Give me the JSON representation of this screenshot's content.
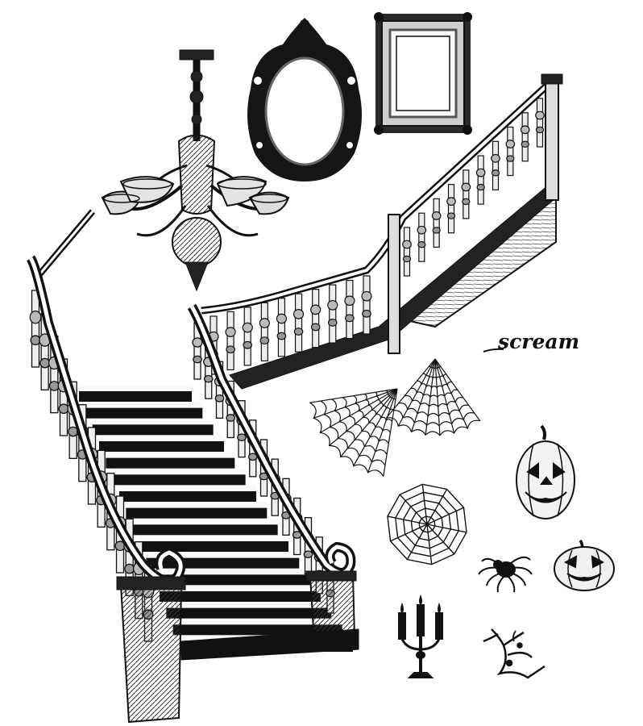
{
  "sheet": {
    "word": "scream",
    "ink_color": "#111111",
    "paper_color": "#ffffff"
  },
  "elements": [
    "chandelier",
    "ornate-oval-mirror",
    "rectangular-picture-frame",
    "grand-staircase",
    "cobweb",
    "cobweb",
    "cobweb",
    "jack-o-lantern",
    "jack-o-lantern",
    "spider",
    "candelabra",
    "dead-branch"
  ]
}
